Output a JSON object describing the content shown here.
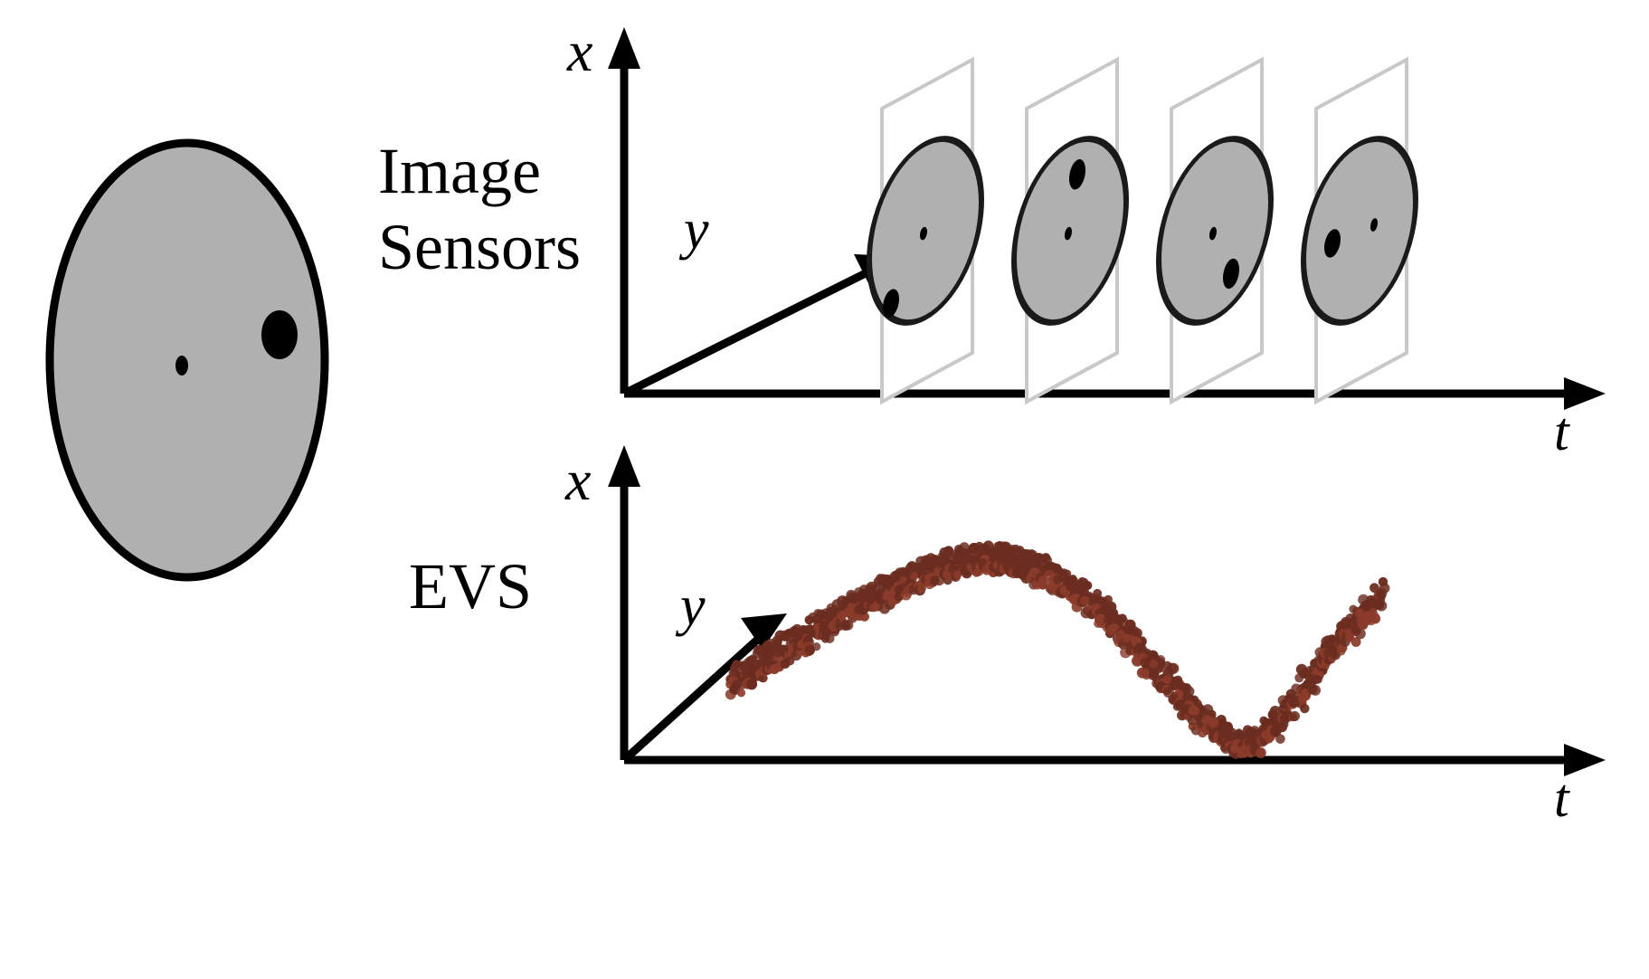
{
  "figure": {
    "title_visible": false,
    "background_color": "#ffffff",
    "panels": [
      {
        "name": "object-illustration",
        "label": "",
        "shape": "ellipse",
        "fill_color": "#b0b0b0",
        "stroke_color": "#000000",
        "markers": [
          {
            "name": "center-dot",
            "kind": "small-dot",
            "color": "#000000"
          },
          {
            "name": "feature-spot",
            "kind": "large-spot",
            "color": "#000000"
          }
        ]
      },
      {
        "name": "image-sensors-panel",
        "label": "Image Sensors",
        "label_line1": "Image",
        "label_line2": "Sensors",
        "axes": {
          "vertical": "x",
          "horizontal": "t",
          "depth": "y"
        },
        "frames": [
          {
            "index": 1,
            "spot_position": "lower-left"
          },
          {
            "index": 2,
            "spot_position": "upper-center"
          },
          {
            "index": 3,
            "spot_position": "lower-right"
          },
          {
            "index": 4,
            "spot_position": "mid-left"
          }
        ]
      },
      {
        "name": "evs-panel",
        "label": "EVS",
        "axes": {
          "vertical": "x",
          "horizontal": "t",
          "depth": "y"
        },
        "marker_color": "#6b2d20",
        "marker_color_light": "#8b3b2a"
      }
    ]
  },
  "labels": {
    "image_sensors_line1": "Image",
    "image_sensors_line2": "Sensors",
    "evs": "EVS",
    "axis_x_top": "x",
    "axis_t_top": "t",
    "axis_y_top": "y",
    "axis_x_bottom": "x",
    "axis_t_bottom": "t",
    "axis_y_bottom": "y"
  },
  "colors": {
    "ellipse_fill": "#b0b0b0",
    "ellipse_stroke": "#000000",
    "plane_stroke": "#c8c8c8",
    "axis": "#000000",
    "event_dot": "#6b2d20",
    "event_dot_light": "#8b3b2a",
    "background": "#ffffff"
  },
  "chart_data": {
    "type": "scatter",
    "title": "EVS event stream trajectory",
    "xlabel": "t",
    "ylabel": "x",
    "zlabel": "y",
    "series": [
      {
        "name": "event-band-upper",
        "color": "#6b2d20",
        "x": [
          810,
          830,
          850,
          870,
          890,
          910,
          930,
          950,
          970,
          990,
          1010,
          1030,
          1050,
          1070,
          1090,
          1110,
          1130,
          1150,
          1170,
          1190,
          1210,
          1230,
          1250,
          1270,
          1290,
          1310,
          1330,
          1350,
          1370,
          1390,
          1410,
          1430,
          1450,
          1470,
          1490,
          1510,
          1530
        ],
        "y": [
          745,
          735,
          722,
          710,
          698,
          685,
          672,
          660,
          650,
          640,
          631,
          623,
          617,
          613,
          611,
          612,
          616,
          623,
          633,
          646,
          662,
          680,
          700,
          722,
          745,
          768,
          789,
          806,
          817,
          812,
          795,
          770,
          742,
          715,
          690,
          668,
          650
        ]
      },
      {
        "name": "event-band-lower",
        "color": "#8b3b2a",
        "x": [
          810,
          830,
          850,
          870,
          890,
          910,
          930,
          950,
          970,
          990,
          1010,
          1030,
          1050,
          1070,
          1090,
          1110,
          1130,
          1150,
          1170,
          1190,
          1210,
          1230,
          1250,
          1270,
          1290,
          1310,
          1330,
          1350,
          1370,
          1390,
          1410,
          1430,
          1450,
          1470,
          1490,
          1510,
          1530
        ],
        "y": [
          760,
          750,
          737,
          725,
          713,
          700,
          687,
          675,
          665,
          655,
          646,
          638,
          632,
          628,
          626,
          627,
          631,
          638,
          648,
          661,
          677,
          695,
          715,
          737,
          760,
          783,
          802,
          818,
          828,
          824,
          808,
          783,
          755,
          728,
          703,
          681,
          663
        ]
      }
    ],
    "xlim": [
      790,
      1560
    ],
    "ylim": [
      600,
      840
    ],
    "grid": false,
    "legend": "none",
    "description": "Dense band of asynchronous events tracing a smooth rise to a peak, a deep dip to a sharp trough, then a rise."
  }
}
